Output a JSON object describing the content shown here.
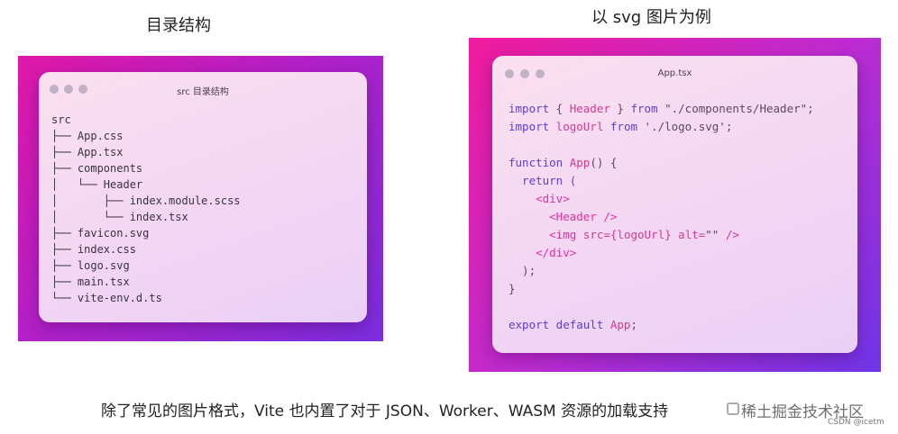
{
  "captions": {
    "left": "目录结构",
    "right": "以 svg 图片为例"
  },
  "left_window": {
    "title": "src 目录结构",
    "tree_lines": [
      "src",
      "├── App.css",
      "├── App.tsx",
      "├── components",
      "│   └── Header",
      "│       ├── index.module.scss",
      "│       └── index.tsx",
      "├── favicon.svg",
      "├── index.css",
      "├── logo.svg",
      "├── main.tsx",
      "└── vite-env.d.ts"
    ]
  },
  "right_window": {
    "title": "App.tsx",
    "code": {
      "l1_kw": "import",
      "l1_a": " { ",
      "l1_name": "Header",
      "l1_b": " } ",
      "l1_from": "from",
      "l1_str": " \"./components/Header\";",
      "l2_kw": "import",
      "l2_name": " logoUrl ",
      "l2_from": "from",
      "l2_str": " './logo.svg';",
      "l4_kw": "function",
      "l4_fn": " App",
      "l4_rest": "() {",
      "l5": "  return (",
      "l6": "    <div>",
      "l7": "      <Header />",
      "l8_tag": "      <img",
      "l8_attr": " src=",
      "l8_val": "{logoUrl}",
      "l8_attr2": " alt=",
      "l8_str": "\"\"",
      "l8_end": " />",
      "l9": "    </div>",
      "l10": "  );",
      "l11": "}",
      "l13_kw": "export default",
      "l13_fn": " App",
      "l13_end": ";"
    }
  },
  "bottom_text": "除了常见的图片格式，Vite 也内置了对于 JSON、Worker、WASM 资源的加载支持",
  "watermark": {
    "main": "稀土掘金技术社区",
    "sub": "CSDN @icetm"
  },
  "colors": {
    "frame_start": "#e018a8",
    "frame_end": "#7a2ee0",
    "keyword": "#5a3fd0",
    "tag": "#e0309a"
  }
}
